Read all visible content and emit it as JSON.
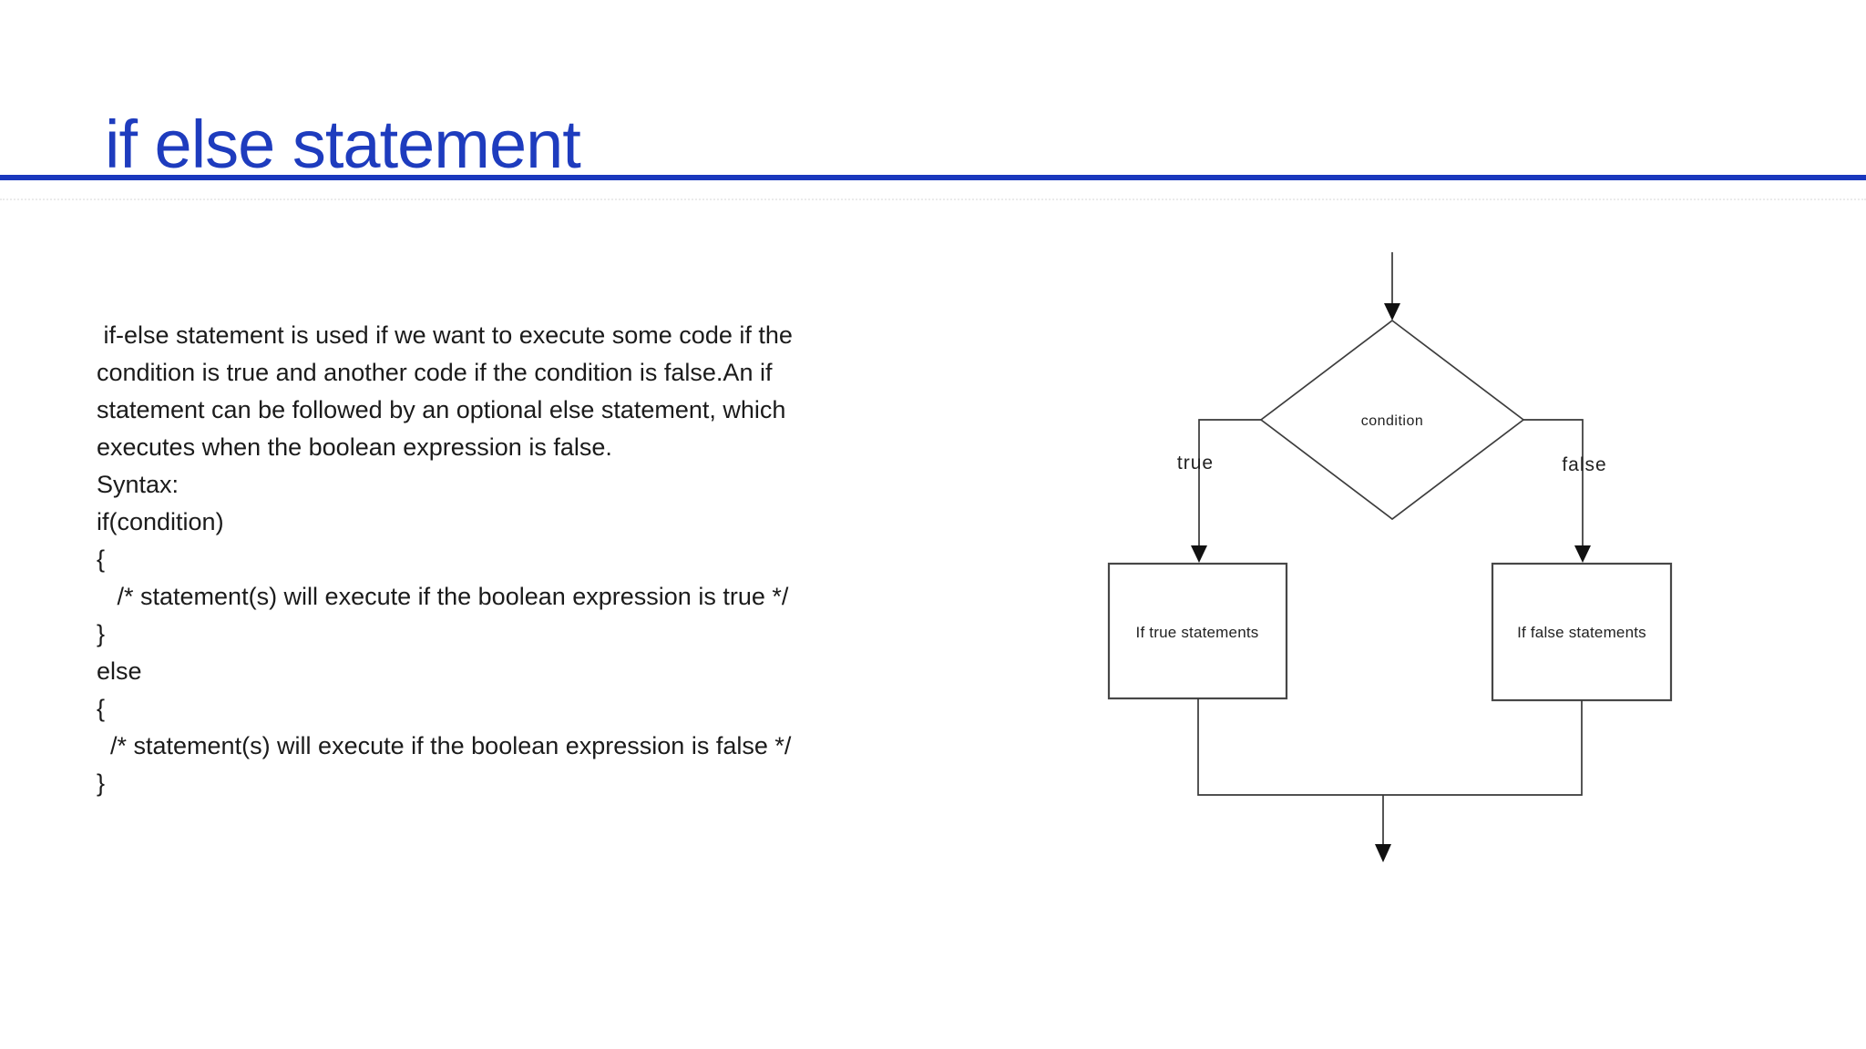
{
  "slide": {
    "title": "if else statement",
    "accent_color": "#1e3cbe",
    "body_lines": [
      " if-else statement is used if we want to execute some code if the",
      "condition is true and another code if the condition is false.An if",
      "statement can be followed by an optional else statement, which",
      "executes when the boolean expression is false.",
      "Syntax:",
      "if(condition)",
      "{",
      "   /* statement(s) will execute if the boolean expression is true */",
      "}",
      "else",
      "{",
      "  /* statement(s) will execute if the boolean expression is false */",
      "}"
    ]
  },
  "flowchart": {
    "condition_label": "condition",
    "true_label": "true",
    "false_label": "false",
    "true_box_label": "If true statements",
    "false_box_label": "If false statements",
    "line_color": "#383838"
  }
}
